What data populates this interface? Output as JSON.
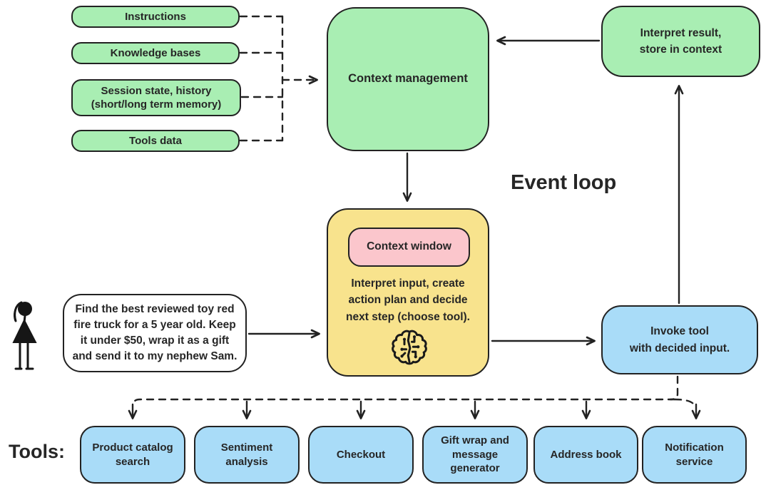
{
  "theme": {
    "background": "#ffffff",
    "border_color": "#222222",
    "text_color": "#262626",
    "green": "#a9eeb3",
    "yellow": "#f8e38d",
    "pink": "#fbc6cc",
    "blue": "#a9dcf8"
  },
  "context_sources": {
    "items": [
      {
        "label": "Instructions"
      },
      {
        "label": "Knowledge bases"
      },
      {
        "label": "Session state, history (short/long term memory)"
      },
      {
        "label": "Tools data"
      }
    ]
  },
  "context_management": {
    "label": "Context management"
  },
  "interpret_result": {
    "lines": [
      "Interpret result,",
      "store in context"
    ]
  },
  "event_loop_label": "Event loop",
  "llm": {
    "context_window_label": "Context window",
    "description_lines": [
      "Interpret input, create",
      "action plan and decide",
      "next step (choose tool)."
    ],
    "icon": "brain-circuit-icon"
  },
  "user": {
    "icon": "user-person-icon",
    "request_lines": [
      "Find the best reviewed toy red",
      "fire truck for a 5 year old. Keep",
      "it under $50, wrap it as a gift",
      "and send it to my nephew Sam."
    ]
  },
  "invoke_tool": {
    "lines": [
      "Invoke tool",
      "with decided input."
    ]
  },
  "tools": {
    "label": "Tools:",
    "items": [
      {
        "label": "Product catalog search"
      },
      {
        "label": "Sentiment analysis"
      },
      {
        "label": "Checkout"
      },
      {
        "label": "Gift wrap and message generator"
      },
      {
        "label": "Address book"
      },
      {
        "label": "Notification service"
      }
    ]
  }
}
